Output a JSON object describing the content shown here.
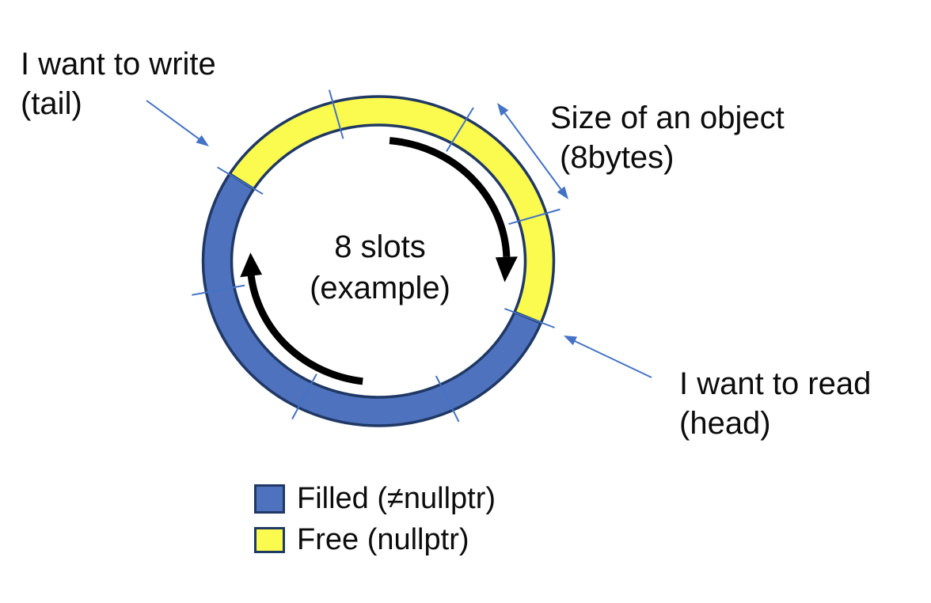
{
  "labels": {
    "write": {
      "line1": "I want to write",
      "line2": "(tail)"
    },
    "size": {
      "line1": "Size of an object",
      "line2": "(8bytes)"
    },
    "read": {
      "line1": "I want to read",
      "line2": "(head)"
    },
    "center": {
      "line1": "8 slots",
      "line2": "(example)"
    }
  },
  "legend": {
    "items": [
      {
        "label": "Filled (≠nullptr)",
        "color": "#4E72BE",
        "meaning": "filled slot"
      },
      {
        "label": "Free (nullptr)",
        "color": "#FAFA4F",
        "meaning": "free slot"
      }
    ]
  },
  "diagram": {
    "slot_count": "8",
    "direction": "clockwise"
  },
  "colors": {
    "filled": "#4E72BE",
    "free": "#FAFA4F",
    "outline": "#203864",
    "pointer": "#4472C4",
    "arrow": "#000000"
  }
}
